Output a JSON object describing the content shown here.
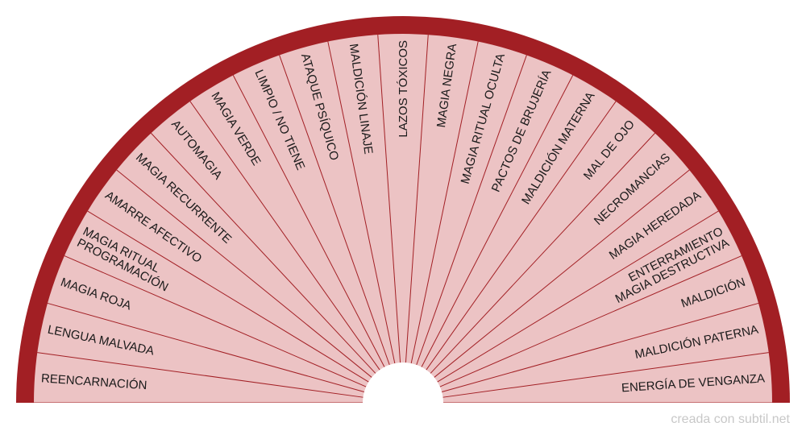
{
  "diagram": {
    "segments": [
      [
        "REENCARNACIÓN"
      ],
      [
        "LENGUA MALVADA"
      ],
      [
        "MAGIA ROJA"
      ],
      [
        "MAGIA RITUAL",
        "PROGRAMACIÓN"
      ],
      [
        "AMARRE AFECTIVO"
      ],
      [
        "MAGIA RECURRENTE"
      ],
      [
        "AUTOMAGIA"
      ],
      [
        "MAGIA VERDE"
      ],
      [
        "LIMPIO / NO TIENE"
      ],
      [
        "ATAQUE PSÍQUICO"
      ],
      [
        "MALDICIÓN LINAJE"
      ],
      [
        "LAZOS TÓXICOS"
      ],
      [
        "MAGIA NEGRA"
      ],
      [
        "MAGIA RITUAL OCULTA"
      ],
      [
        "PACTOS DE BRUJERÍA"
      ],
      [
        "MALDICIÓN MATERNA"
      ],
      [
        "MAL DE OJO"
      ],
      [
        "NECROMANCIAS"
      ],
      [
        "MAGIA HEREDADA"
      ],
      [
        "ENTERRAMIENTO",
        "MAGIA DESTRUCTIVA"
      ],
      [
        "MALDICIÓN"
      ],
      [
        "MALDICIÓN PATERNA"
      ],
      [
        "ENERGÍA DE VENGANZA"
      ]
    ],
    "colors": {
      "rim": "#a21f24",
      "fill": "#ecc3c4",
      "lines": "#a21f24"
    }
  },
  "credit": "creada con subtil.net"
}
